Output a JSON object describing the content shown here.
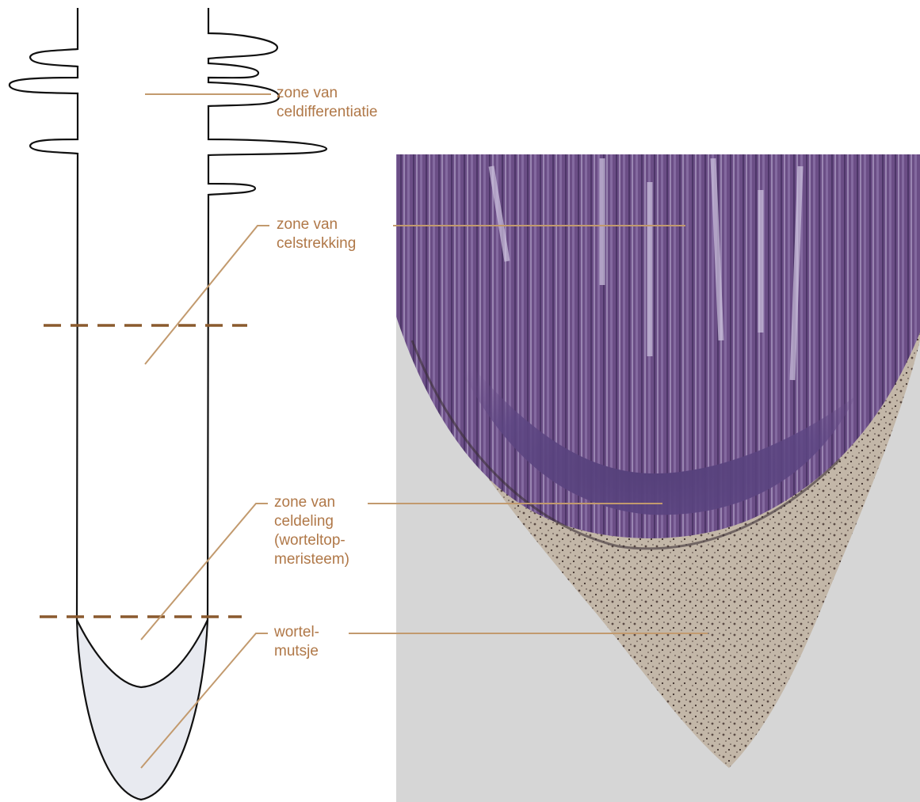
{
  "labels": {
    "differentiation": [
      "zone van",
      "celdifferentiatie"
    ],
    "elongation": [
      "zone van",
      "celstrekking"
    ],
    "division": [
      "zone van",
      "celdeling",
      "(worteltop-",
      "meristeem)"
    ],
    "rootcap": [
      "wortel-",
      "mutsje"
    ]
  },
  "colors": {
    "label_text": "#b07848",
    "leader_line": "#c29a6e",
    "zone_dash": "#8a5a2e",
    "outline": "#111111",
    "rootcap_fill": "#e8eaf0",
    "micrograph_bg": "#d6d6d6",
    "tissue_purple": "#6b4e86",
    "meristem_purple": "#55407a",
    "cap_tissue": "#c3b7a8"
  }
}
